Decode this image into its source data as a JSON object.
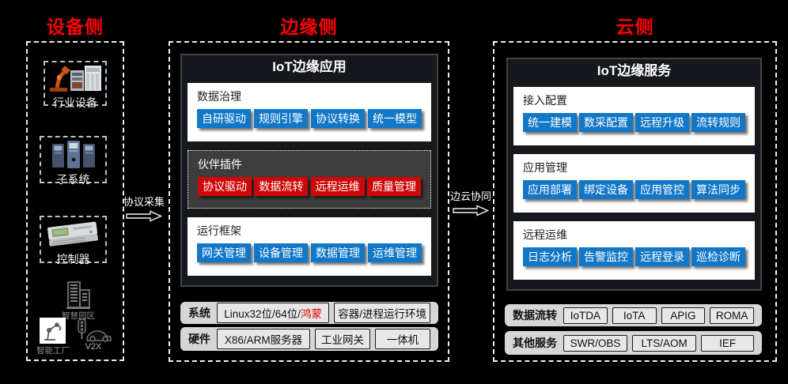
{
  "titles": {
    "device": "设备侧",
    "edge": "边缘侧",
    "cloud": "云侧"
  },
  "device": {
    "items": [
      {
        "label": "行业设备"
      },
      {
        "label": "子系统"
      },
      {
        "label": "控制器"
      }
    ],
    "scenes": [
      {
        "label": "智慧园区"
      },
      {
        "label": "智能工厂"
      },
      {
        "label": "V2X"
      }
    ]
  },
  "arrows": {
    "device_to_edge": "协议采集",
    "edge_to_cloud": "边云协同"
  },
  "edge": {
    "header": "IoT边缘应用",
    "groups": [
      {
        "label": "数据治理",
        "buttons": [
          "自研驱动",
          "规则引擎",
          "协议转换",
          "统一模型"
        ]
      },
      {
        "label": "伙伴插件",
        "buttons": [
          "协议驱动",
          "数据流转",
          "远程运维",
          "质量管理"
        ]
      },
      {
        "label": "运行框架",
        "buttons": [
          "网关管理",
          "设备管理",
          "数据管理",
          "运维管理"
        ]
      }
    ],
    "rows": [
      {
        "label": "系统",
        "items": [
          {
            "text": "Linux32位/64位/",
            "highlight": "鸿蒙"
          },
          {
            "text": "容器/进程运行环境",
            "highlight": ""
          }
        ]
      },
      {
        "label": "硬件",
        "items": [
          {
            "text": "X86/ARM服务器",
            "highlight": ""
          },
          {
            "text": "工业网关",
            "highlight": ""
          },
          {
            "text": "一体机",
            "highlight": ""
          }
        ]
      }
    ]
  },
  "cloud": {
    "header": "IoT边缘服务",
    "groups": [
      {
        "label": "接入配置",
        "buttons": [
          "统一建模",
          "数采配置",
          "远程升级",
          "流转规则"
        ]
      },
      {
        "label": "应用管理",
        "buttons": [
          "应用部署",
          "绑定设备",
          "应用管控",
          "算法同步"
        ]
      },
      {
        "label": "远程运维",
        "buttons": [
          "日志分析",
          "告警监控",
          "远程登录",
          "巡检诊断"
        ]
      }
    ],
    "rows": [
      {
        "label": "数据流转",
        "items": [
          "IoTDA",
          "IoTA",
          "APIG",
          "ROMA"
        ]
      },
      {
        "label": "其他服务",
        "items": [
          "SWR/OBS",
          "LTS/AOM",
          "IEF"
        ]
      }
    ]
  },
  "colors": {
    "section_title_red": "#ff0000",
    "button_blue": "#1277c7",
    "button_red": "#ce0808",
    "highlight_red": "#e60000",
    "dark_box_bg": "#15181d",
    "partner_panel_bg": "#3d3d3d"
  }
}
